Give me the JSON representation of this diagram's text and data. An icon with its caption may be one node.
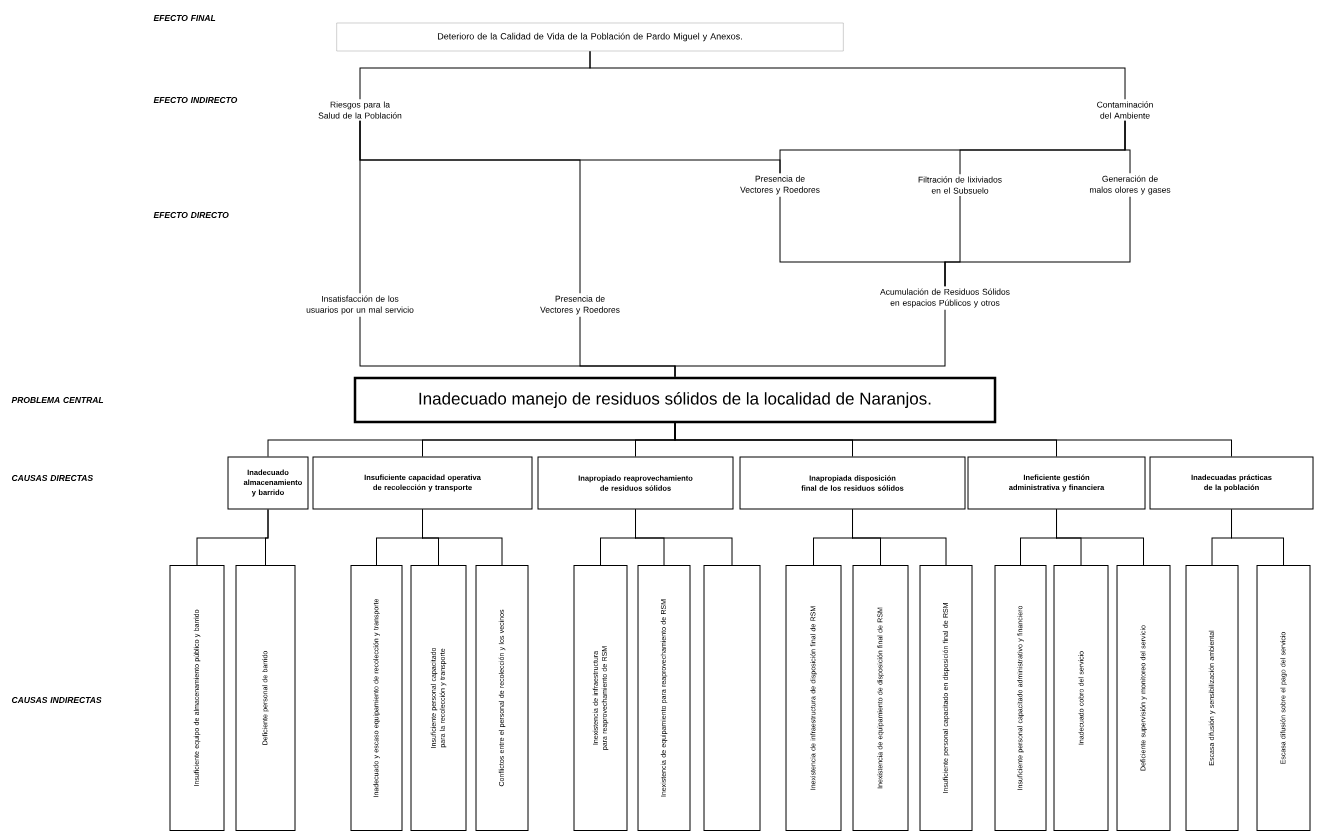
{
  "diagram": {
    "nodes": [
      {
        "text": [
          "Deterioro de la Calidad de Vida de la Población de Pardo Miguel y Anexos."
        ]
      },
      {
        "text": [
          "Riesgos para la Salud de la Población"
        ]
      },
      {
        "text": [
          "Contaminación del Ambiente"
        ]
      },
      {
        "text": [
          "Presencia de Vectores y Roedores"
        ]
      },
      {
        "text": [
          "Filtración de lixiviados en el Subsuelo"
        ]
      },
      {
        "text": [
          "Generación de malos olores y gases"
        ]
      },
      {
        "text": [
          "Insatisfacción de los usuarios por un mal servicio"
        ]
      },
      {
        "text": [
          "Presencia de Vectores y Roedores"
        ]
      },
      {
        "text": [
          "Acumulación de Residuos Sólidos en espacios Públicos y otros"
        ]
      },
      {
        "text": [
          "Inadecuado manejo de residuos sólidos de la localidad de Naranjos."
        ]
      },
      {
        "text": [
          "Inadecuado almacenamiento y barrido"
        ]
      },
      {
        "text": [
          "Insuficiente capacidad operativa de recolección y transporte"
        ]
      },
      {
        "text": [
          "Inapropiado reaprovechamiento de residuos sólidos"
        ]
      },
      {
        "text": [
          "Inapropiada disposición final de los residuos sólidos"
        ]
      },
      {
        "text": [
          "Ineficiente gestión administrativa y financiera"
        ]
      },
      {
        "text": [
          "Inadecuadas prácticas de la población"
        ]
      },
      {
        "text": [
          "Insuficiente equipo de almacenamiento público y barrido"
        ]
      },
      {
        "text": [
          "Deficiente personal de barrido"
        ]
      },
      {
        "text": [
          "Inadecuado y escaso equipamiento de recolección y transporte"
        ]
      },
      {
        "text": [
          "Insuficiente personal capacitado para la recolección y transporte"
        ]
      },
      {
        "text": [
          "Conflictos entre el personal de recolección y los vecinos"
        ]
      },
      {
        "text": [
          "Inexistencia de infraestructura para reaprovechamiento de RSM"
        ]
      },
      {
        "text": [
          "Inexistencia de equipamiento para reaprovechamiento de RSM"
        ]
      },
      {
        "text": [],
        "shape": "box"
      },
      {
        "text": [
          "Inexistencia de infraestructura de disposición final de RSM"
        ]
      },
      {
        "text": [
          "Inexistencia de equipamiento de disposición final de RSM"
        ]
      },
      {
        "text": [
          "Insuficiente personal capacitado en disposición final de RSM"
        ]
      },
      {
        "text": [
          "Insuficiente personal capacitado administrativo y financiero"
        ]
      },
      {
        "text": [
          "Inadecuado cobro del servicio"
        ]
      },
      {
        "text": [
          "Deficiente supervisión y monitoreo del servicio"
        ]
      },
      {
        "text": [
          "Escasa difusión y sensibilización ambiental"
        ]
      },
      {
        "text": [
          "Escasa difusión sobre el pago del servicio"
        ]
      }
    ],
    "edges": [
      {
        "from": 0,
        "to": 1,
        "arrow": "none"
      },
      {
        "from": 0,
        "to": 2,
        "arrow": "none"
      },
      {
        "from": 1,
        "to": 6,
        "arrow": "none"
      },
      {
        "from": 1,
        "to": 7,
        "arrow": "none"
      },
      {
        "from": 1,
        "to": 3,
        "arrow": "none"
      },
      {
        "from": 2,
        "to": 3,
        "arrow": "none"
      },
      {
        "from": 2,
        "to": 4,
        "arrow": "none"
      },
      {
        "from": 2,
        "to": 5,
        "arrow": "none"
      },
      {
        "from": 3,
        "to": 8,
        "arrow": "none"
      },
      {
        "from": 4,
        "to": 8,
        "arrow": "none"
      },
      {
        "from": 5,
        "to": 8,
        "arrow": "none"
      },
      {
        "from": 6,
        "to": 9,
        "arrow": "none"
      },
      {
        "from": 7,
        "to": 9,
        "arrow": "none"
      },
      {
        "from": 8,
        "to": 9,
        "arrow": "none"
      },
      {
        "from": 9,
        "to": 10,
        "arrow": "none"
      },
      {
        "from": 9,
        "to": 11,
        "arrow": "none"
      },
      {
        "from": 9,
        "to": 12,
        "arrow": "none"
      },
      {
        "from": 9,
        "to": 13,
        "arrow": "none"
      },
      {
        "from": 9,
        "to": 14,
        "arrow": "none"
      },
      {
        "from": 9,
        "to": 15,
        "arrow": "none"
      },
      {
        "from": 10,
        "to": 16,
        "arrow": "none"
      },
      {
        "from": 10,
        "to": 17,
        "arrow": "none"
      },
      {
        "from": 11,
        "to": 18,
        "arrow": "none"
      },
      {
        "from": 11,
        "to": 19,
        "arrow": "none"
      },
      {
        "from": 11,
        "to": 20,
        "arrow": "none"
      },
      {
        "from": 12,
        "to": 21,
        "arrow": "none"
      },
      {
        "from": 12,
        "to": 22,
        "arrow": "none"
      },
      {
        "from": 12,
        "to": 23,
        "arrow": "none"
      },
      {
        "from": 13,
        "to": 24,
        "arrow": "none"
      },
      {
        "from": 13,
        "to": 25,
        "arrow": "none"
      },
      {
        "from": 13,
        "to": 26,
        "arrow": "none"
      },
      {
        "from": 14,
        "to": 27,
        "arrow": "none"
      },
      {
        "from": 14,
        "to": 28,
        "arrow": "none"
      },
      {
        "from": 14,
        "to": 29,
        "arrow": "none"
      },
      {
        "from": 15,
        "to": 30,
        "arrow": "none"
      },
      {
        "from": 15,
        "to": 31,
        "arrow": "none"
      }
    ],
    "labels": [
      "EFECTO FINAL",
      "EFECTO INDIRECTO",
      "EFECTO DIRECTO",
      "PROBLEMA CENTRAL",
      "CAUSAS DIRECTAS",
      "CAUSAS INDIRECTAS"
    ]
  }
}
